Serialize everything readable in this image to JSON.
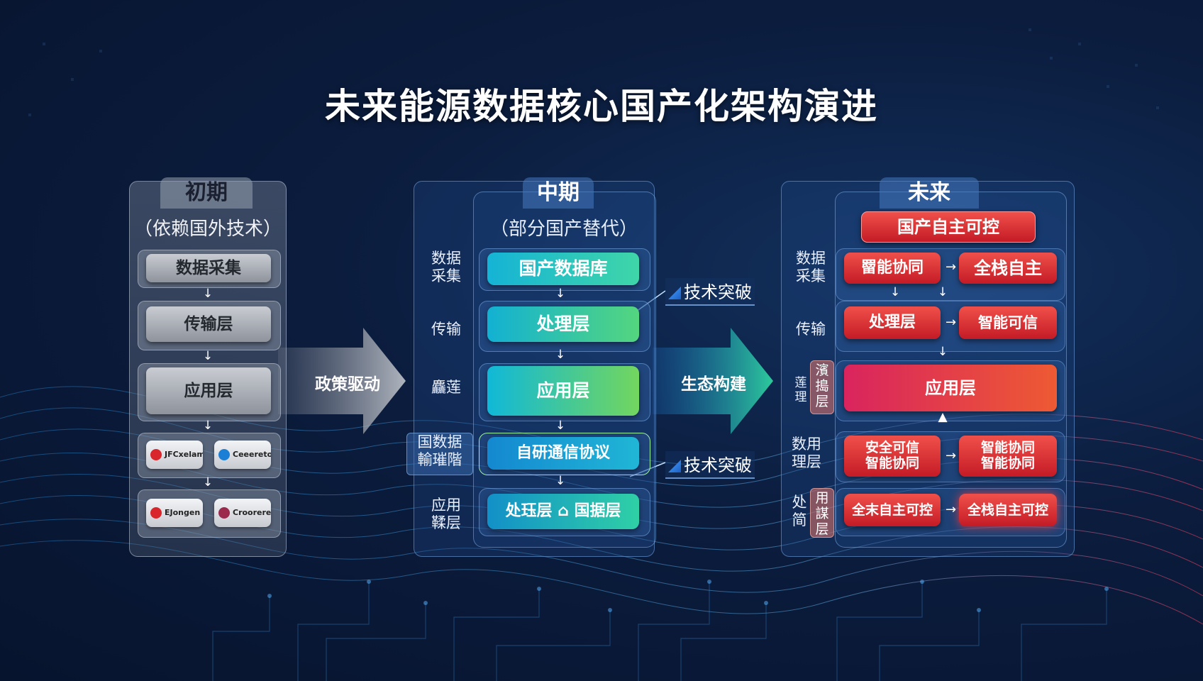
{
  "title": "未来能源数据核心国产化架构演进",
  "colors": {
    "accent_blue": "#1aa3e8",
    "accent_green": "#5fd36a",
    "accent_red": "#e8343a",
    "gray": "#a4a8b0"
  },
  "stage1": {
    "name": "初期",
    "subtitle": "（依赖国外技术）",
    "layers": [
      "数据采集",
      "传输层",
      "应用层"
    ],
    "logos": [
      "JFCxelamak",
      "Ceeeretor",
      "EJongen",
      "Croorerea"
    ]
  },
  "arrow1": {
    "label": "政策驱动"
  },
  "stage2": {
    "name": "中期",
    "subtitle": "（部分国产替代）",
    "side_labels": [
      "数据\n采集",
      "传输",
      "麤莲",
      "国数据\n輸璀階",
      "应用\n鞣层"
    ],
    "layers": [
      "国产数据库",
      "处理层",
      "应用层",
      "自研通信协议",
      "处珏层 ⌂ 国据层"
    ],
    "callouts": [
      "技术突破",
      "技术突破"
    ]
  },
  "arrow2": {
    "label": "生态构建"
  },
  "stage3": {
    "name": "未来",
    "top": "国产自主可控",
    "side_labels": [
      "数据\n采集",
      "传输",
      "数用\n理层",
      "处\n简"
    ],
    "side_tags": [
      "莲\n理",
      "濱\n搗\n层",
      "用\n謀\n层"
    ],
    "row1": [
      "罶能协同",
      "全栈自主"
    ],
    "row2": [
      "处理层",
      "智能可信"
    ],
    "row3": [
      "应用层"
    ],
    "row4": [
      "安全可信\n智能协同",
      "智能协同\n智能协同"
    ],
    "row5": [
      "全末自主可控",
      "全栈自主可控"
    ]
  }
}
